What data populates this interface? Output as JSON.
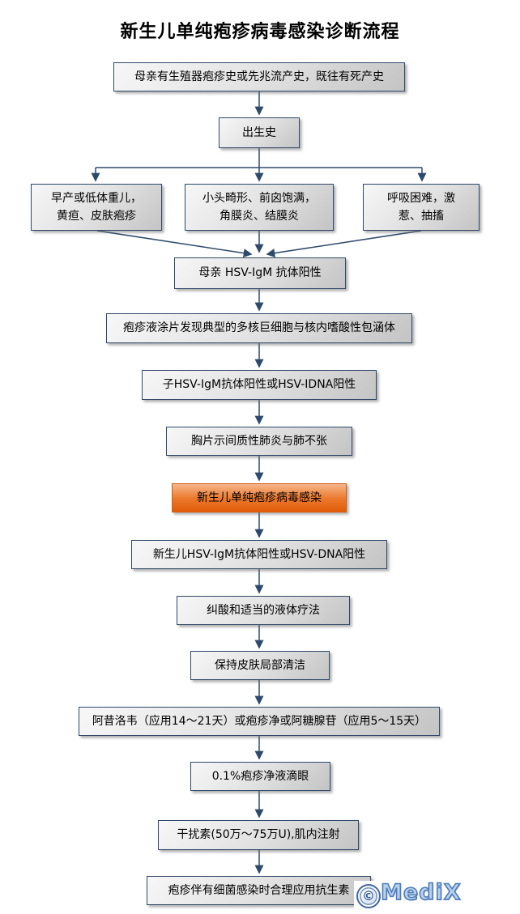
{
  "title": "新生儿单纯疱疹病毒感染诊断流程",
  "colors": {
    "box_border": "#30496a",
    "arrow": "#2e4a6b",
    "box_fill_light": "#f7f7f7",
    "box_fill_dark": "#c4c4c4",
    "highlight_fill_top": "#f5b68b",
    "highlight_fill_bottom": "#e15b08",
    "highlight_border": "#d05c10",
    "logo_blue": "#4d7cbb"
  },
  "nodes": {
    "maternal_history": {
      "label": "母亲有生殖器疱疹史或先兆流产史，既往有死产史"
    },
    "birth_history": {
      "label": "出生史"
    },
    "preterm_jaundice": {
      "label": "早产或低体重儿，\n黄疸、皮肤疱疹"
    },
    "microcephaly": {
      "label": "小头畸形、前囟饱满，\n角膜炎、结膜炎"
    },
    "dyspnea": {
      "label": "呼吸困难，激\n惹、抽搐"
    },
    "maternal_hsv_igm": {
      "label": "母亲 HSV-IgM 抗体阳性"
    },
    "smear_finding": {
      "label": "疱疹液涂片发现典型的多核巨细胞与核内嗜酸性包涵体"
    },
    "infant_hsv_igm": {
      "label": "子HSV-IgM抗体阳性或HSV-IDNA阳性"
    },
    "chest_xray": {
      "label": "胸片示间质性肺炎与肺不张"
    },
    "diagnosis": {
      "label": "新生儿单纯疱疹病毒感染"
    },
    "neonate_hsv_igm": {
      "label": "新生儿HSV-IgM抗体阳性或HSV-DNA阳性"
    },
    "fluid_therapy": {
      "label": "纠酸和适当的液体疗法"
    },
    "skin_care": {
      "label": "保持皮肤局部清洁"
    },
    "acyclovir": {
      "label": "阿昔洛韦（应用14～21天）或疱疹净或阿糖腺苷（应用5～15天）"
    },
    "eye_drops": {
      "label": "0.1%疱疹净液滴眼"
    },
    "interferon": {
      "label": "干扰素(50万～75万U),肌内注射"
    },
    "antibiotics": {
      "label": "疱疹伴有细菌感染时合理应用抗生素"
    }
  },
  "watermark": {
    "symbol": "©",
    "text": "MediX"
  }
}
